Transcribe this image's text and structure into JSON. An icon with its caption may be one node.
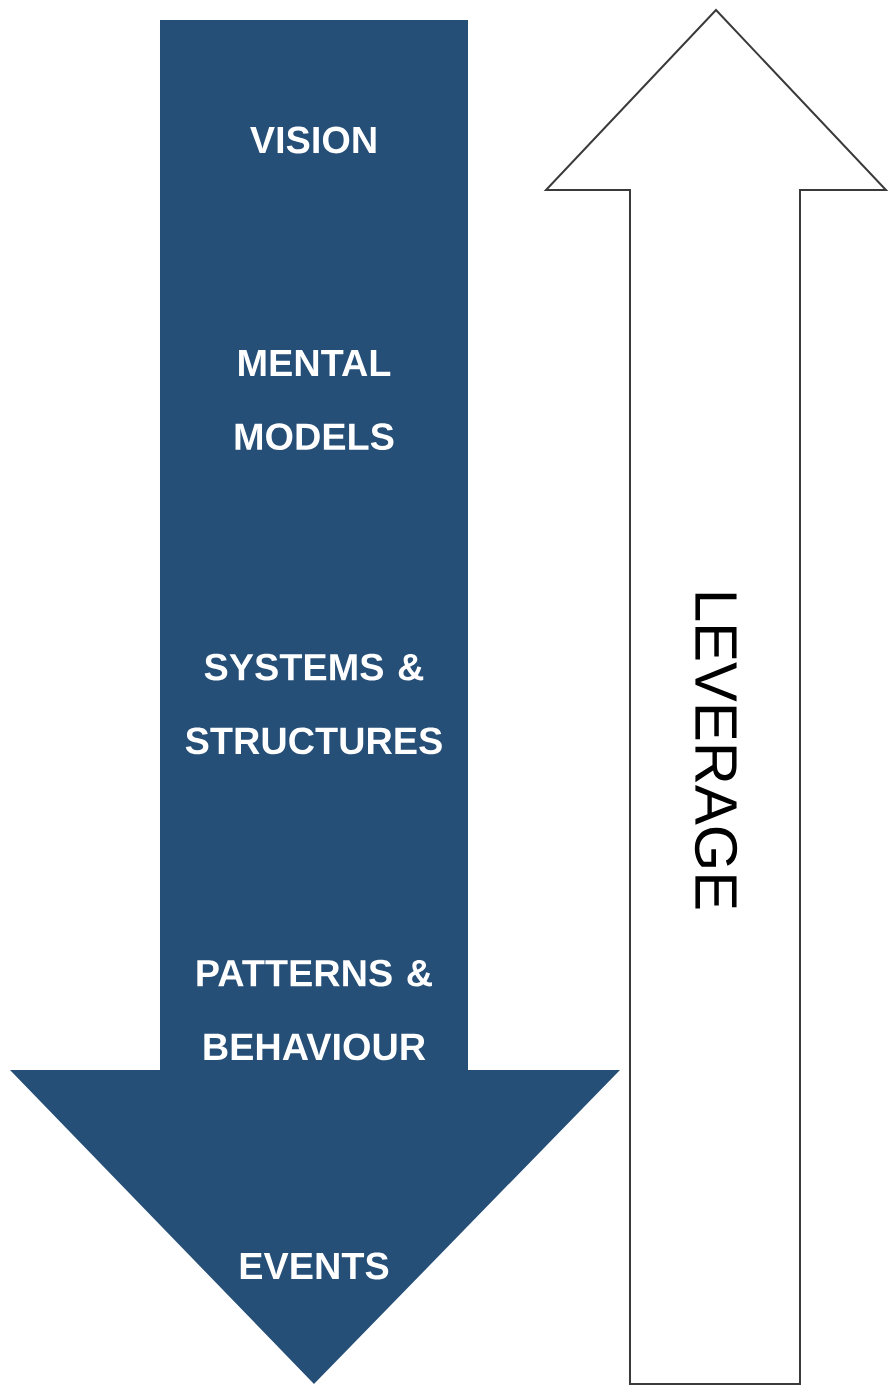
{
  "diagram": {
    "nodes": [
      {
        "text": [
          "VISION",
          "MENTAL MODELS",
          "SYSTEMS & STRUCTURES",
          "PATTERNS & BEHAVIOUR",
          "EVENTS"
        ]
      },
      {
        "text": [
          "LEVERAGE"
        ]
      }
    ]
  }
}
